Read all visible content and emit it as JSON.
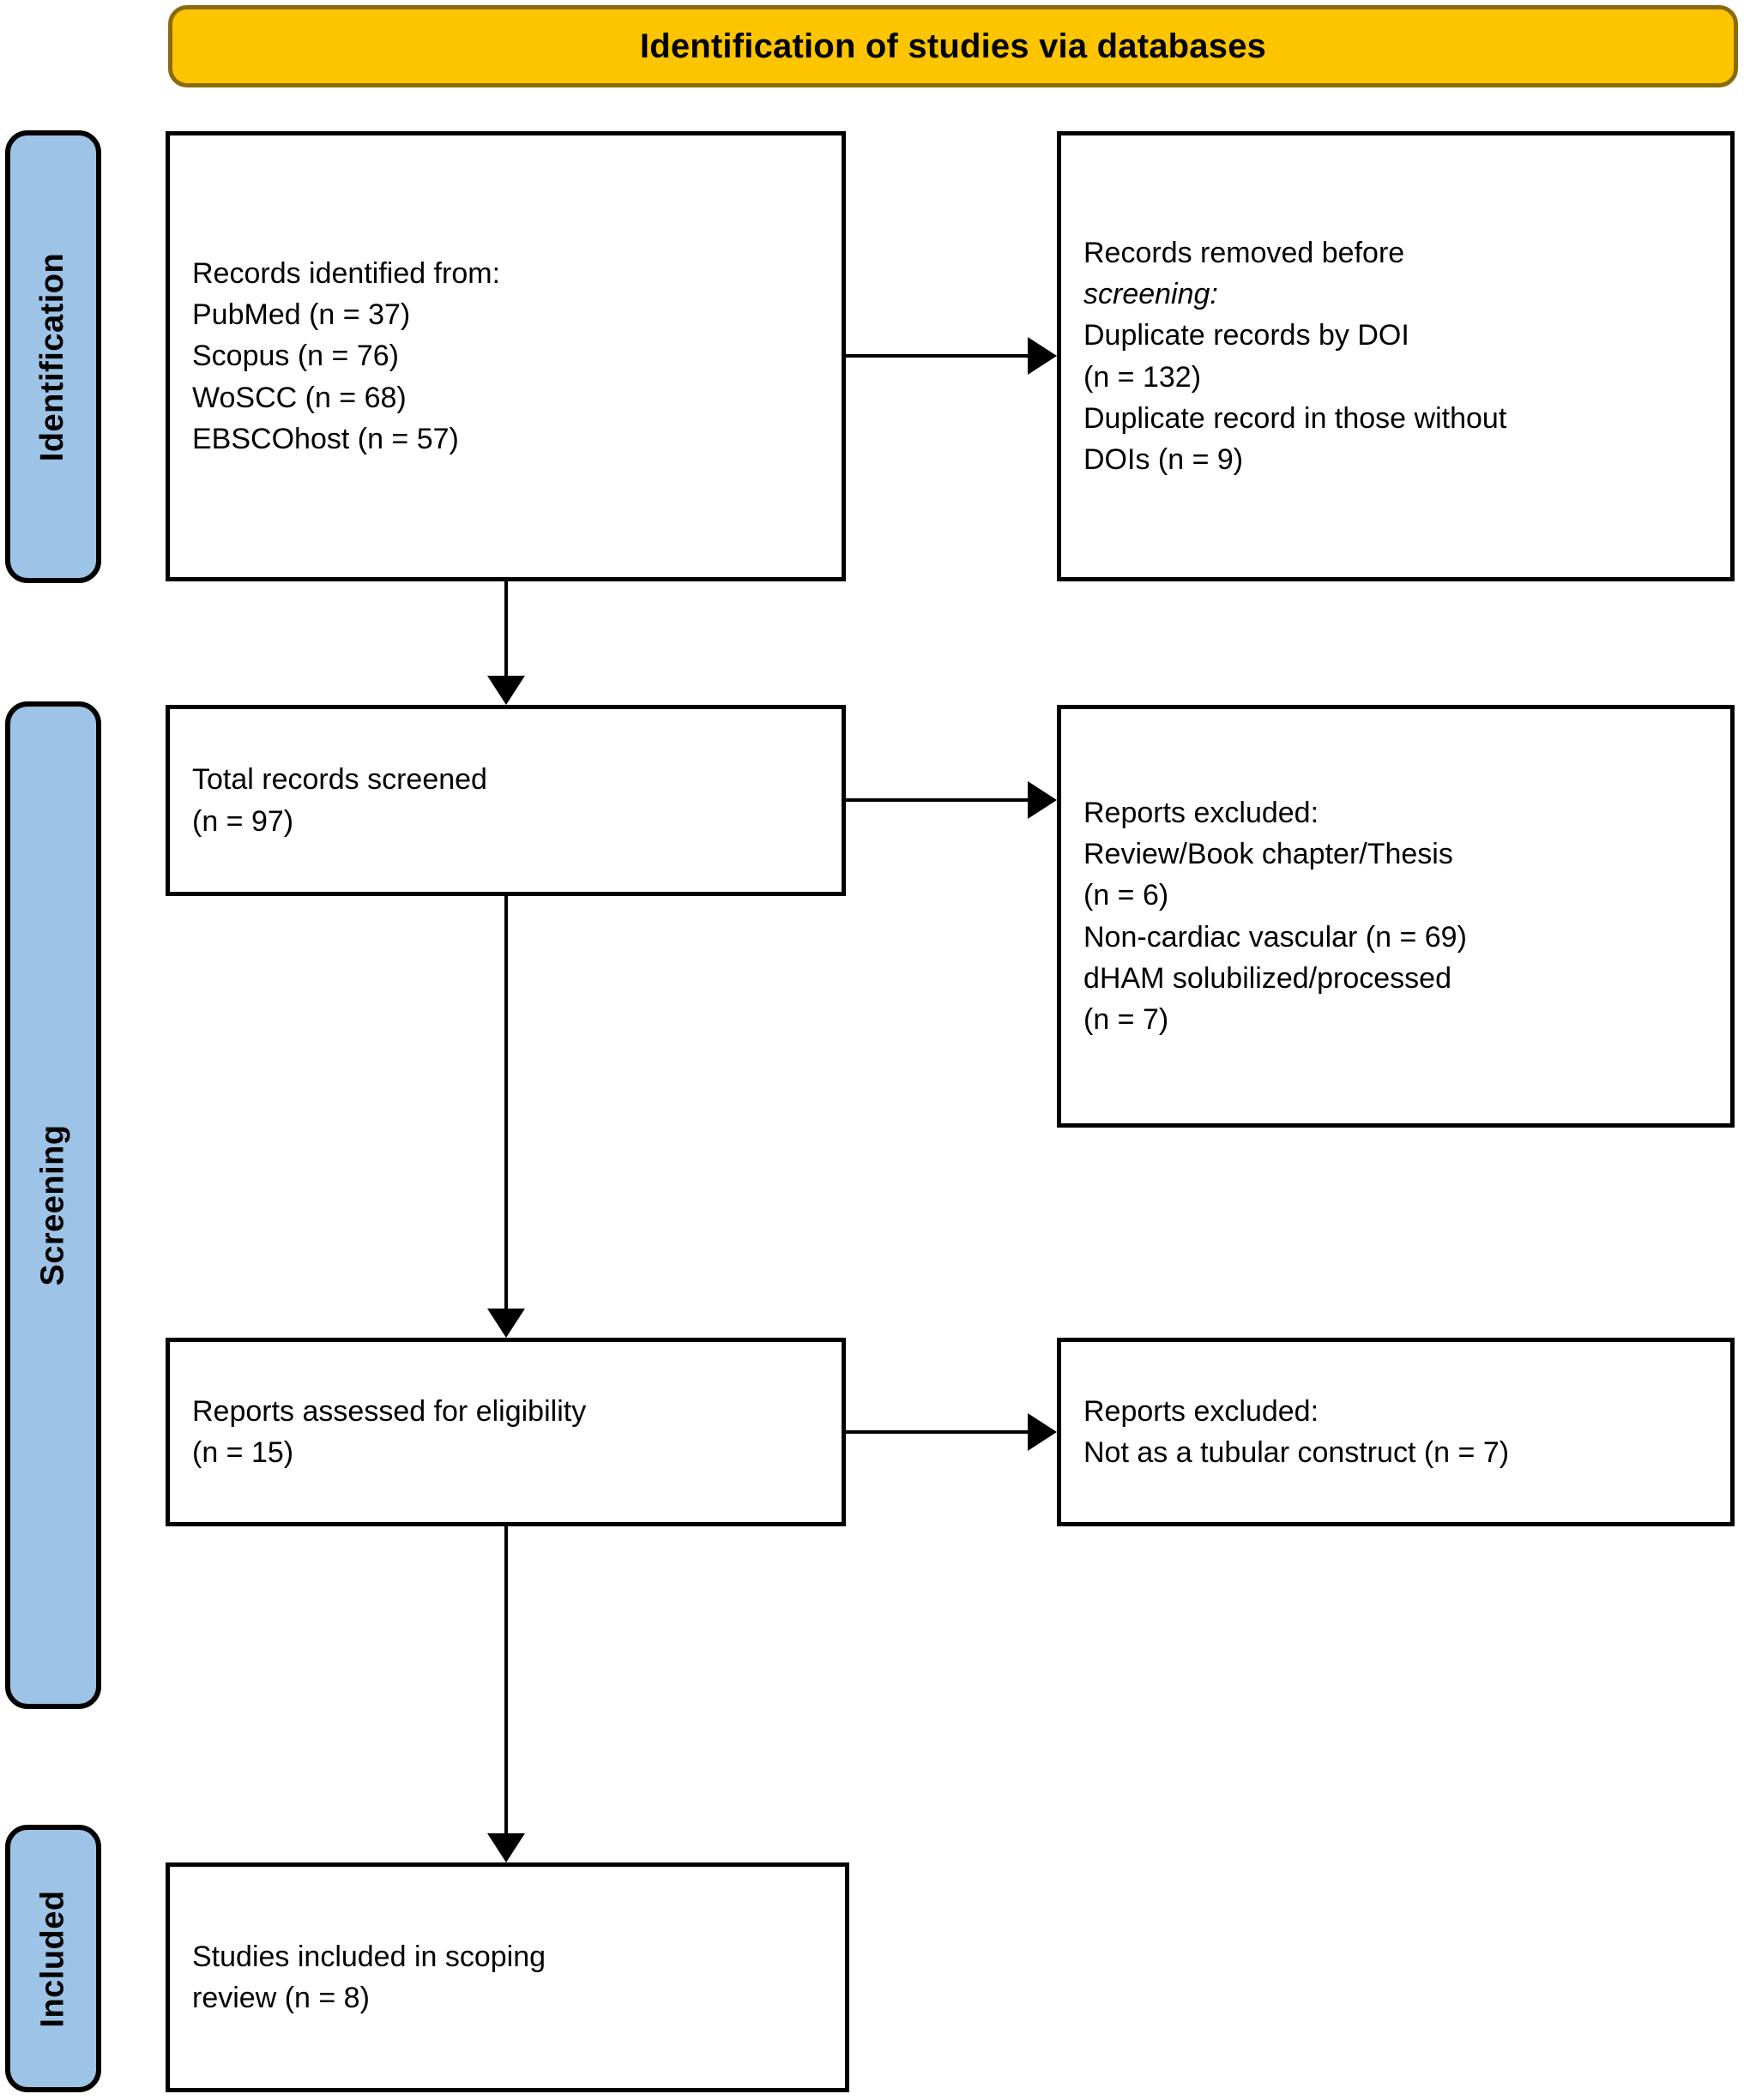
{
  "header": {
    "title": "Identification of studies via databases"
  },
  "colors": {
    "header_fill": "#FDC500",
    "header_border": "#8A6A0C",
    "stage_tab_fill": "#9DC3E6",
    "box_border": "#000000",
    "box_fill": "#FFFFFF",
    "connector": "#000000"
  },
  "stages": [
    {
      "id": "identification",
      "label": "Identification"
    },
    {
      "id": "screening",
      "label": "Screening"
    },
    {
      "id": "included",
      "label": "Included"
    }
  ],
  "boxes": {
    "identified": {
      "lines": [
        "Records identified from:",
        "PubMed (n = 37)",
        "Scopus (n = 76)",
        "WoSCC (n = 68)",
        "EBSCOhost (n = 57)"
      ]
    },
    "removed": {
      "lines": [
        "Records removed before",
        "screening:",
        "Duplicate records by DOI",
        "(n = 132)",
        "Duplicate record in those without",
        "DOIs (n = 9)"
      ],
      "italic_phrase": "before screening"
    },
    "screened": {
      "lines": [
        "Total records screened",
        "(n = 97)"
      ]
    },
    "excluded_screening": {
      "lines": [
        "Reports excluded:",
        "Review/Book chapter/Thesis",
        "(n = 6)",
        "Non-cardiac vascular (n = 69)",
        "dHAM solubilized/processed",
        "(n = 7)"
      ]
    },
    "eligibility": {
      "lines": [
        "Reports assessed for eligibility",
        "(n = 15)"
      ]
    },
    "excluded_eligibility": {
      "lines": [
        "Reports excluded:",
        "Not as a tubular construct (n = 7)"
      ]
    },
    "included": {
      "lines": [
        "Studies included in scoping",
        "review (n = 8)"
      ]
    }
  },
  "counts": {
    "pubmed": 37,
    "scopus": 76,
    "woscc": 68,
    "ebscohost": 57,
    "duplicates_by_doi": 132,
    "duplicates_without_doi": 9,
    "total_screened": 97,
    "excluded_review_book_thesis": 6,
    "excluded_non_cardiac_vascular": 69,
    "excluded_dham_solubilized": 7,
    "reports_assessed": 15,
    "excluded_not_tubular": 7,
    "studies_included": 8
  }
}
